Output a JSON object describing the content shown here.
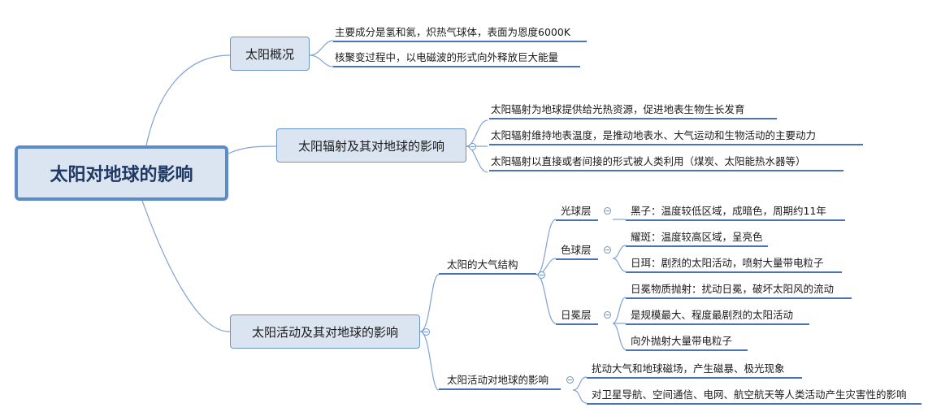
{
  "root": "太阳对地球的影响",
  "branches": {
    "overview": {
      "label": "太阳概况",
      "items": [
        "主要成分是氢和氦，炽热气球体，表面为恩度6000K",
        "核聚变过程中，以电磁波的形式向外释放巨大能量"
      ]
    },
    "radiation": {
      "label": "太阳辐射及其对地球的影响",
      "items": [
        "太阳辐射为地球提供给光热资源，促进地表生物生长发育",
        "太阳辐射维持地表温度，是推动地表水、大气运动和生物活动的主要动力",
        "太阳辐射以直接或者间接的形式被人类利用（煤炭、太阳能热水器等）"
      ]
    },
    "activity": {
      "label": "太阳活动及其对地球的影响",
      "atmosphere": {
        "label": "太阳的大气结构",
        "photosphere": {
          "label": "光球层",
          "items": [
            "黑子：温度较低区域，成暗色，周期约11年"
          ]
        },
        "chromosphere": {
          "label": "色球层",
          "items": [
            "耀斑：温度较高区域，呈亮色",
            "日珥：剧烈的太阳活动，喷射大量带电粒子"
          ]
        },
        "corona": {
          "label": "日冕层",
          "items": [
            "日冕物质抛射：扰动日冕，破坏太阳风的流动",
            "是规模最大、程度最剧烈的太阳活动",
            "向外抛射大量带电粒子"
          ]
        }
      },
      "effects": {
        "label": "太阳活动对地球的影响",
        "items": [
          "扰动大气和地球磁场，产生磁暴、极光现象",
          "对卫星导航、空间通信、电网、航空航天等人类活动产生灾害性的影响"
        ]
      }
    }
  }
}
